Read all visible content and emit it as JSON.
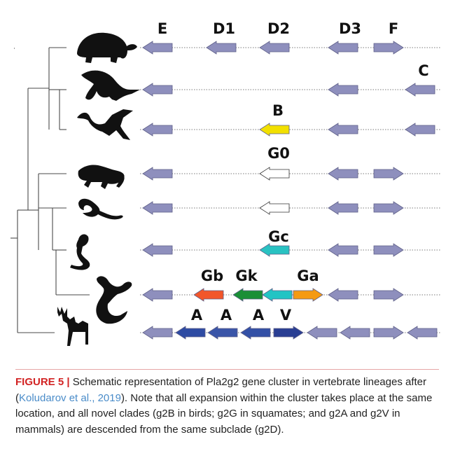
{
  "figure": {
    "colors": {
      "default": "#8e8fbd",
      "outline": "#5f6088",
      "line": "#7a7a7a",
      "tree": "#4a4a4a",
      "B": "#f2e000",
      "G0": "#ffffff",
      "Gc": "#29c2c2",
      "Gb": "#f2562a",
      "Gk": "#1a8f36",
      "GcSnake": "#22c4c4",
      "Ga": "#f59a12",
      "A1": "#2e4ba3",
      "A2": "#3a55a8",
      "A3": "#3350a6",
      "V": "#293e93"
    },
    "rows": [
      {
        "taxon": "turtle-silhouette",
        "genes": [
          {
            "label": "E",
            "dir": "left",
            "color": "default"
          },
          {
            "label": "D1",
            "dir": "left",
            "color": "default"
          },
          {
            "label": "D2",
            "dir": "left",
            "color": "default"
          },
          {
            "label": "D3",
            "dir": "left",
            "color": "default"
          },
          {
            "label": "F",
            "dir": "right",
            "color": "default"
          }
        ]
      },
      {
        "taxon": "crocodile-silhouette",
        "genes": [
          {
            "label": "",
            "dir": "left",
            "color": "default"
          },
          {
            "label": "",
            "dir": "left",
            "color": "default"
          },
          {
            "label": "",
            "dir": "left",
            "color": "default"
          },
          {
            "label": "C",
            "dir": "left",
            "color": "default"
          }
        ]
      },
      {
        "taxon": "bird-silhouette",
        "genes": [
          {
            "label": "",
            "dir": "left",
            "color": "default"
          },
          {
            "label": "B",
            "dir": "left",
            "color": "B"
          },
          {
            "label": "",
            "dir": "left",
            "color": "default"
          },
          {
            "label": "",
            "dir": "left",
            "color": "default"
          }
        ]
      },
      {
        "taxon": "lizard-silhouette",
        "genes": [
          {
            "label": "",
            "dir": "left",
            "color": "default"
          },
          {
            "label": "G0",
            "dir": "left",
            "color": "G0"
          },
          {
            "label": "",
            "dir": "left",
            "color": "default"
          },
          {
            "label": "",
            "dir": "right",
            "color": "default"
          }
        ]
      },
      {
        "taxon": "python-silhouette",
        "genes": [
          {
            "label": "",
            "dir": "left",
            "color": "default"
          },
          {
            "label": "",
            "dir": "left",
            "color": "G0"
          },
          {
            "label": "",
            "dir": "left",
            "color": "default"
          },
          {
            "label": "",
            "dir": "right",
            "color": "default"
          }
        ]
      },
      {
        "taxon": "cobra-silhouette",
        "genes": [
          {
            "label": "",
            "dir": "left",
            "color": "default"
          },
          {
            "label": "Gc",
            "dir": "left",
            "color": "Gc"
          },
          {
            "label": "",
            "dir": "left",
            "color": "default"
          },
          {
            "label": "",
            "dir": "right",
            "color": "default"
          }
        ]
      },
      {
        "taxon": "viper-silhouette",
        "genes": [
          {
            "label": "",
            "dir": "left",
            "color": "default"
          },
          {
            "label": "Gb",
            "dir": "left",
            "color": "Gb"
          },
          {
            "label": "Gk",
            "dir": "left",
            "color": "Gk"
          },
          {
            "label": "",
            "dir": "left",
            "color": "GcSnake"
          },
          {
            "label": "Ga",
            "dir": "right",
            "color": "Ga"
          },
          {
            "label": "",
            "dir": "left",
            "color": "default"
          },
          {
            "label": "",
            "dir": "right",
            "color": "default"
          }
        ]
      },
      {
        "taxon": "deer-silhouette",
        "genes": [
          {
            "label": "",
            "dir": "left",
            "color": "default"
          },
          {
            "label": "A",
            "dir": "left",
            "color": "A1"
          },
          {
            "label": "A",
            "dir": "left",
            "color": "A2"
          },
          {
            "label": "A",
            "dir": "left",
            "color": "A3"
          },
          {
            "label": "V",
            "dir": "right",
            "color": "V"
          },
          {
            "label": "",
            "dir": "left",
            "color": "default"
          },
          {
            "label": "",
            "dir": "left",
            "color": "default"
          },
          {
            "label": "",
            "dir": "right",
            "color": "default"
          },
          {
            "label": "",
            "dir": "left",
            "color": "default"
          }
        ]
      }
    ]
  },
  "caption": {
    "label": "FIGURE 5 |",
    "text_before": " Schematic representation of Pla2g2 gene cluster in vertebrate lineages after (",
    "citation": "Koludarov et al., 2019",
    "text_after": "). Note that all expansion within the cluster takes place at the same location, and all novel clades (g2B in birds; g2G in squamates; and g2A and g2V in mammals) are descended from the same subclade (g2D)."
  }
}
